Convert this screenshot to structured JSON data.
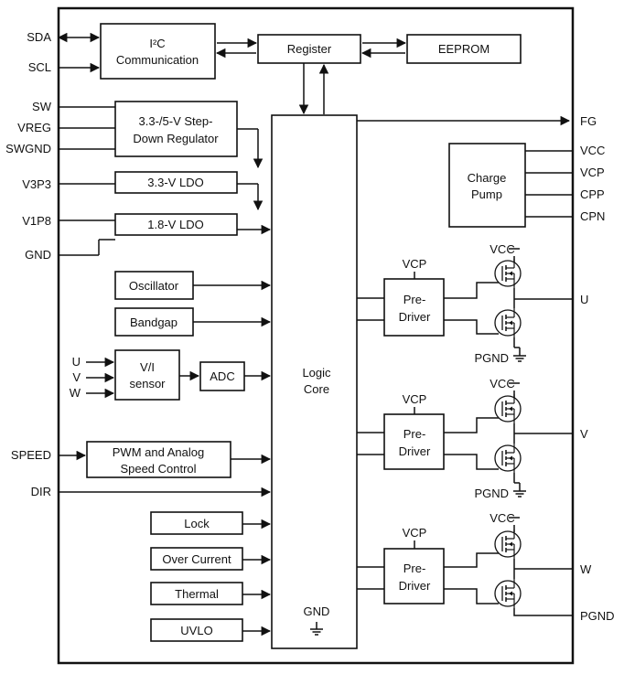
{
  "left_pins": {
    "sda": "SDA",
    "scl": "SCL",
    "sw": "SW",
    "vreg": "VREG",
    "swgnd": "SWGND",
    "v3p3": "V3P3",
    "v1p8": "V1P8",
    "gnd": "GND",
    "u": "U",
    "v": "V",
    "w": "W",
    "speed": "SPEED",
    "dir": "DIR"
  },
  "right_pins": {
    "fg": "FG",
    "vcc": "VCC",
    "vcp": "VCP",
    "cpp": "CPP",
    "cpn": "CPN",
    "u": "U",
    "v": "V",
    "w": "W",
    "pgnd": "PGND"
  },
  "blocks": {
    "i2c_line1": "I²C",
    "i2c_line2": "Communication",
    "register": "Register",
    "eeprom": "EEPROM",
    "stepdown_line1": "3.3-/5-V Step-",
    "stepdown_line2": "Down Regulator",
    "ldo33": "3.3-V LDO",
    "ldo18": "1.8-V LDO",
    "oscillator": "Oscillator",
    "bandgap": "Bandgap",
    "vi_line1": "V/I",
    "vi_line2": "sensor",
    "adc": "ADC",
    "pwm_line1": "PWM and Analog",
    "pwm_line2": "Speed Control",
    "lock": "Lock",
    "overcurrent": "Over Current",
    "thermal": "Thermal",
    "uvlo": "UVLO",
    "logic_line1": "Logic",
    "logic_line2": "Core",
    "logic_gnd": "GND",
    "charge_line1": "Charge",
    "charge_line2": "Pump",
    "predriver_line1": "Pre-",
    "predriver_line2": "Driver"
  },
  "bridge_labels": {
    "vcp": "VCP",
    "vcc": "VCC",
    "pgnd": "PGND"
  }
}
